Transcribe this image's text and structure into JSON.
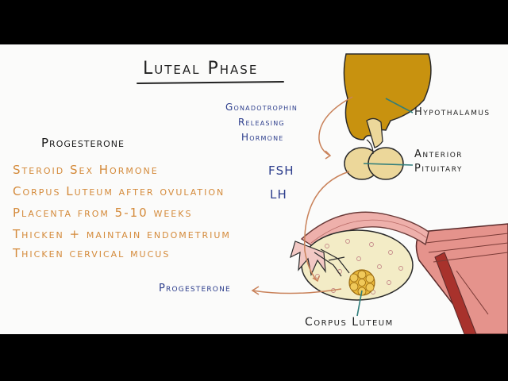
{
  "title": "Luteal Phase",
  "section_heading": "Progesterone",
  "facts": [
    "Steroid Sex Hormone",
    "Corpus Luteum after ovulation",
    "Placenta from 5-10 weeks",
    "Thicken + maintain endometrium",
    "Thicken cervical mucus"
  ],
  "hormones": {
    "gnrh_lines": [
      "Gonadotrophin",
      "Releasing",
      "Hormone"
    ],
    "fsh": "FSH",
    "lh": "LH",
    "progesterone": "Progesterone"
  },
  "labels": {
    "hypothalamus": "Hypothalamus",
    "anterior_pituitary_lines": [
      "Anterior",
      "Pituitary"
    ],
    "corpus_luteum": "Corpus Luteum"
  },
  "colors": {
    "background": "#fbfbfa",
    "letterbox": "#000000",
    "fact_text": "#d48a3a",
    "label_blue": "#2c3d8c",
    "arrow": "#c9825a",
    "hypothalamus": "#c8920f",
    "pituitary": "#ecd79a",
    "ovary": "#f3ecc6",
    "uterine_tube": "#e8a4a0",
    "corpus_luteum": "#e8b73a",
    "leader_line": "#2f7d7a"
  }
}
